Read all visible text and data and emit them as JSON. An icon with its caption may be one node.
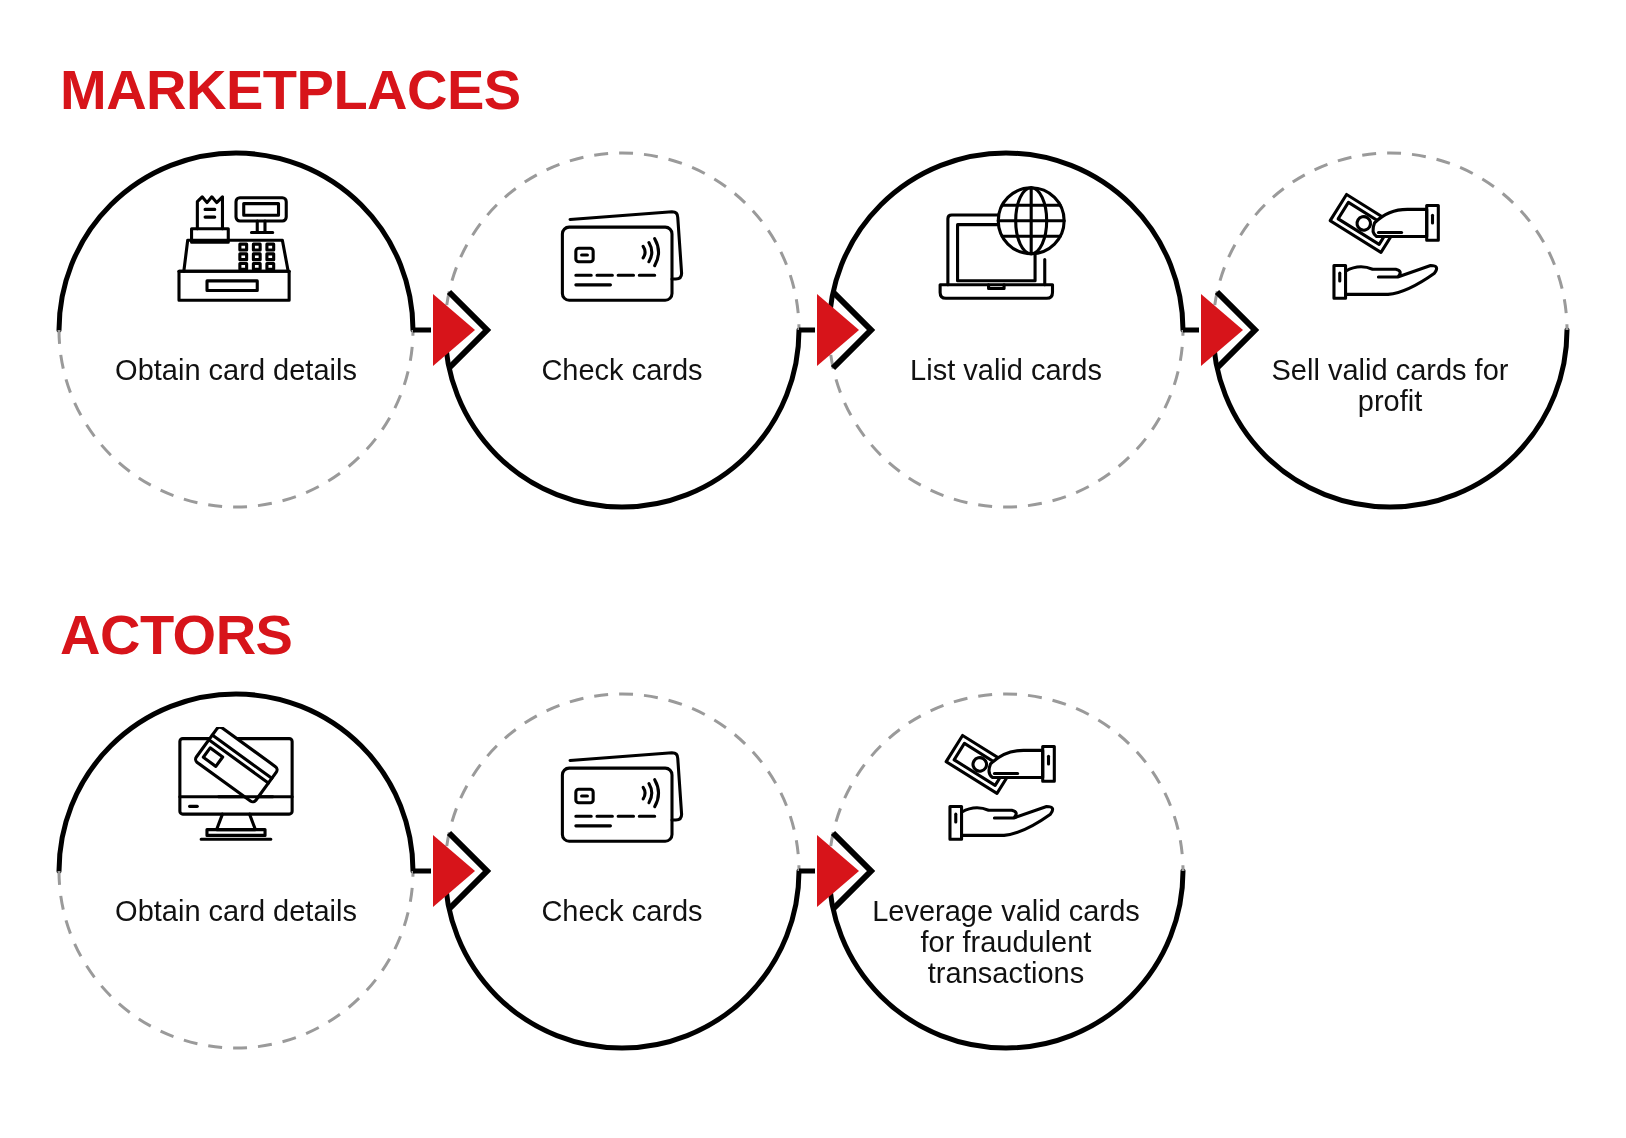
{
  "diagram": {
    "nodes": [
      {
        "text": [
          "Obtain card details"
        ]
      },
      {
        "text": [
          "Check cards"
        ]
      },
      {
        "text": [
          "List valid cards"
        ]
      },
      {
        "text": [
          "Sell valid cards for profit"
        ]
      },
      {
        "text": [
          "Obtain card details"
        ]
      },
      {
        "text": [
          "Check cards"
        ]
      },
      {
        "text": [
          "Leverage valid cards for fraudulent transactions"
        ]
      }
    ],
    "edges": [
      {
        "from": 0,
        "to": 1,
        "arrow": "to"
      },
      {
        "from": 1,
        "to": 2,
        "arrow": "to"
      },
      {
        "from": 2,
        "to": 3,
        "arrow": "to"
      },
      {
        "from": 4,
        "to": 5,
        "arrow": "to"
      },
      {
        "from": 5,
        "to": 6,
        "arrow": "to"
      }
    ],
    "labels": [
      "MARKETPLACES",
      "ACTORS"
    ]
  }
}
